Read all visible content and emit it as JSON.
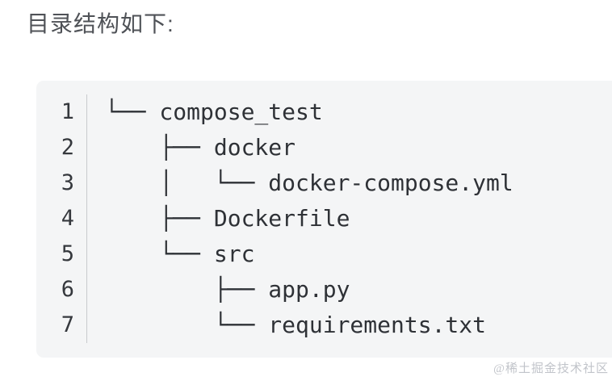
{
  "page": {
    "heading": "目录结构如下:",
    "watermark": "@稀土掘金技术社区"
  },
  "code_block": {
    "lines": [
      {
        "number": "1",
        "content": "└── compose_test"
      },
      {
        "number": "2",
        "content": "    ├── docker"
      },
      {
        "number": "3",
        "content": "    │   └── docker-compose.yml"
      },
      {
        "number": "4",
        "content": "    ├── Dockerfile"
      },
      {
        "number": "5",
        "content": "    └── src"
      },
      {
        "number": "6",
        "content": "        ├── app.py"
      },
      {
        "number": "7",
        "content": "        └── requirements.txt"
      }
    ]
  },
  "colors": {
    "page_background": "#ffffff",
    "heading_text": "#4f5257",
    "code_background": "#f4f5f6",
    "code_text": "#2e3136",
    "line_number_text": "#35383d",
    "gutter_divider": "#c8cacd",
    "watermark_text": "#c1c4ca"
  }
}
